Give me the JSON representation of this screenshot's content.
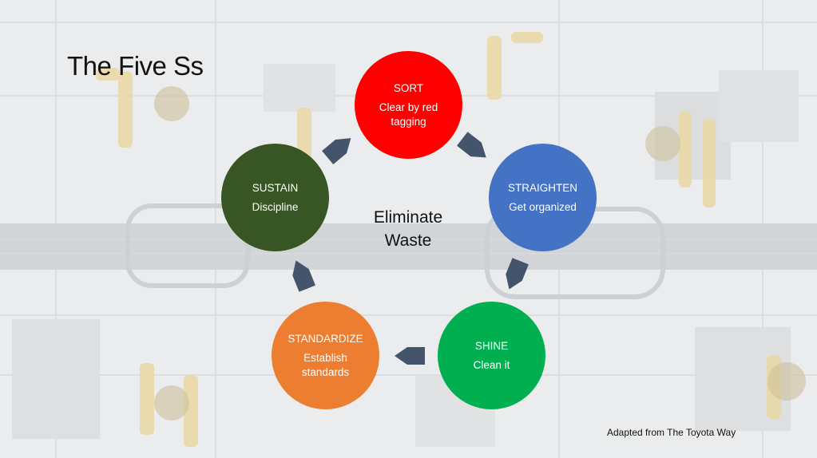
{
  "slide": {
    "title": "The Five Ss",
    "center_text_line1": "Eliminate",
    "center_text_line2": "Waste",
    "credit": "Adapted from The Toyota Way"
  },
  "steps": [
    {
      "name": "SORT",
      "desc": "Clear by red tagging",
      "color": "#fe0000"
    },
    {
      "name": "STRAIGHTEN",
      "desc": "Get organized",
      "color": "#4472c4"
    },
    {
      "name": "SHINE",
      "desc": "Clean it",
      "color": "#00b050"
    },
    {
      "name": "STANDARDIZE",
      "desc": "Establish standards",
      "color": "#ed7d31"
    },
    {
      "name": "SUSTAIN",
      "desc": "Discipline",
      "color": "#375623"
    }
  ],
  "arrow_color": "#44546a"
}
